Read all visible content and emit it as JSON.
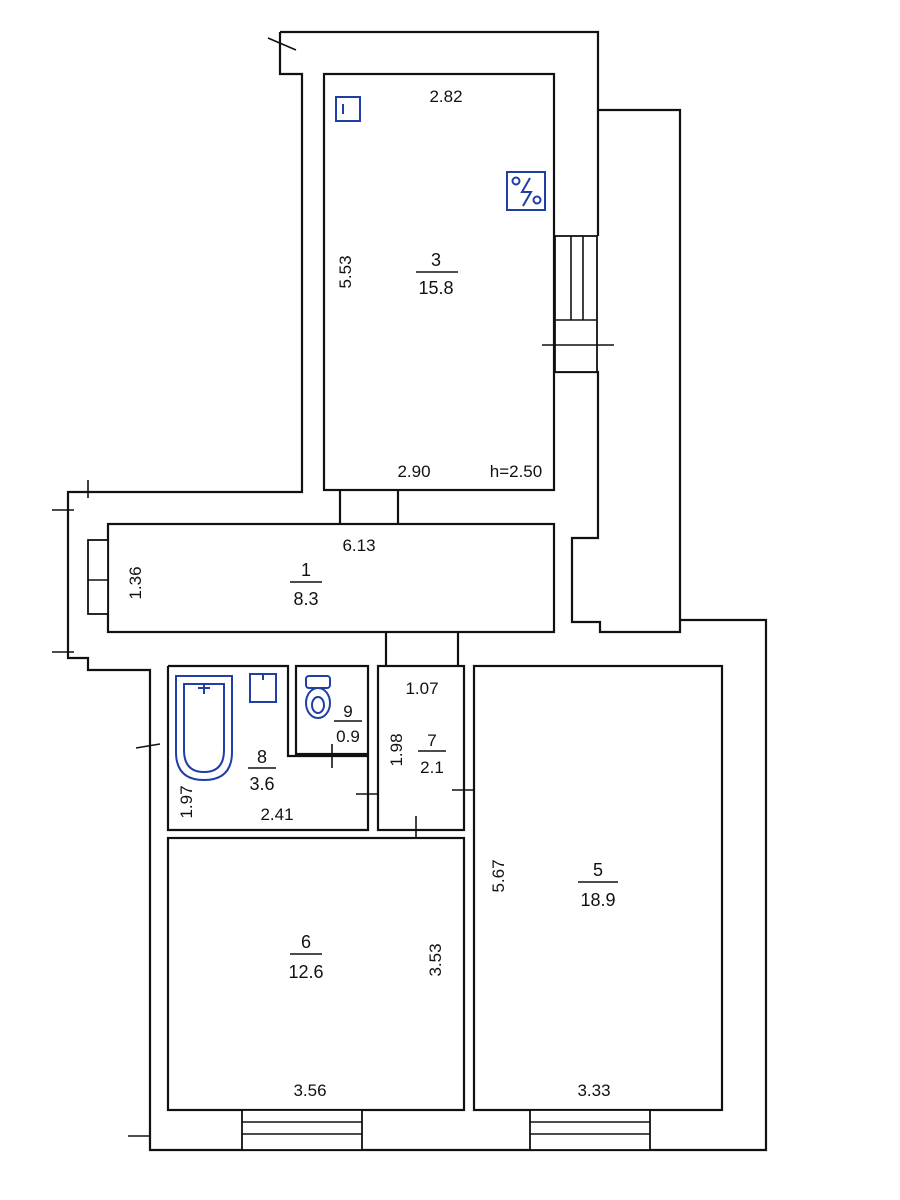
{
  "ceiling_height": "h=2.50",
  "colors": {
    "wall": "#111111",
    "fixture": "#1f3fa6"
  },
  "rooms": {
    "r3": {
      "number": "3",
      "area": "15.8",
      "top": "2.82",
      "bottom": "2.90",
      "side": "5.53"
    },
    "r1": {
      "number": "1",
      "area": "8.3",
      "top": "6.13",
      "side": "1.36"
    },
    "r8": {
      "number": "8",
      "area": "3.6",
      "bottom": "2.41",
      "side": "1.97"
    },
    "r9": {
      "number": "9",
      "area": "0.9"
    },
    "r7": {
      "number": "7",
      "area": "2.1",
      "top": "1.07",
      "side": "1.98"
    },
    "r5": {
      "number": "5",
      "area": "18.9",
      "bottom": "3.33",
      "side": "5.67"
    },
    "r6": {
      "number": "6",
      "area": "12.6",
      "bottom": "3.56",
      "side": "3.53"
    }
  },
  "icons": [
    "water-heater-icon",
    "electric-meter-icon",
    "bathtub-icon",
    "sink-icon",
    "toilet-icon"
  ]
}
